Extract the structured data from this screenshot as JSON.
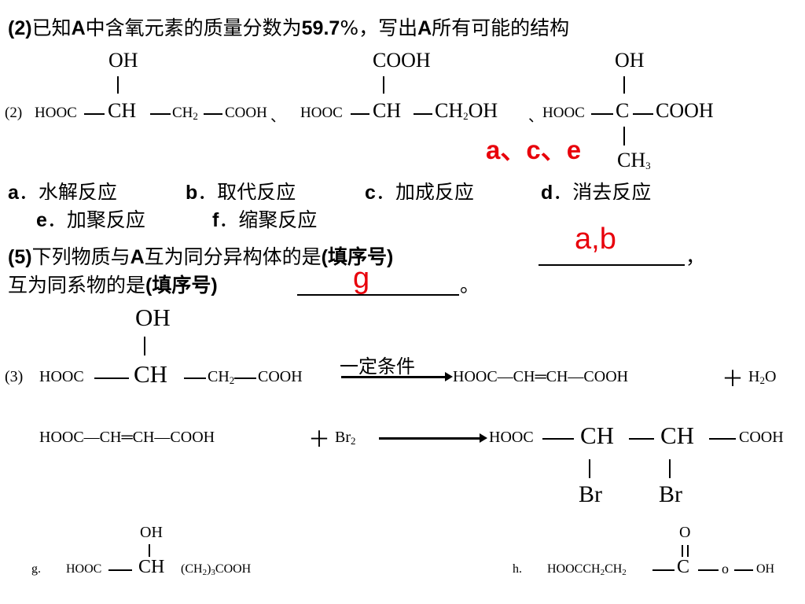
{
  "question2": {
    "prefix": "(2)",
    "text_a": "已知",
    "letter_a": "A",
    "text_b": "中含氧元素的质量分数为",
    "percent": "59.7",
    "text_c": "%，写出",
    "letter_a2": "A",
    "text_d": "所有可能的结构"
  },
  "structures2": {
    "label": "(2)",
    "s1": {
      "top": "OH",
      "left": "HOOC",
      "center": "CH",
      "right_1": "CH",
      "right_1_sub": "2",
      "right_2": "COOH",
      "sep": "、"
    },
    "s2": {
      "top": "COOH",
      "left": "HOOC",
      "center": "CH",
      "right": "CH",
      "right_sub": "2",
      "right_tail": "OH",
      "sep": "、"
    },
    "s3": {
      "top": "OH",
      "left": "HOOC",
      "center": "C",
      "right": "COOH",
      "bottom": "CH",
      "bottom_sub": "3"
    }
  },
  "answer_ace": "a、c、e",
  "options": {
    "a": {
      "letter": "a",
      "text": "水解反应"
    },
    "b": {
      "letter": "b",
      "text": "取代反应"
    },
    "c": {
      "letter": "c",
      "text": "加成反应"
    },
    "d": {
      "letter": "d",
      "text": "消去反应"
    },
    "e": {
      "letter": "e",
      "text": "加聚反应"
    },
    "f": {
      "letter": "f",
      "text": "缩聚反应"
    },
    "dot": "．"
  },
  "question5": {
    "prefix": "(5)",
    "line1_a": "下列物质与",
    "letter": "A",
    "line1_b": "互为同分异构体的是",
    "paren": "(填序号)",
    "comma": "，",
    "line2": "互为同系物的是",
    "paren2": "(填序号)",
    "period": "。",
    "answer_isomer": "a,b",
    "answer_homolog": "g"
  },
  "reaction3": {
    "label": "(3)",
    "top": "OH",
    "left": "HOOC",
    "center": "CH",
    "right_a": "CH",
    "right_a_sub": "2",
    "right_b": "COOH",
    "condition": "一定条件",
    "product": "HOOC—CH═CH—COOH",
    "plus": "＋",
    "water": "H",
    "water_sub": "2",
    "water_tail": "O"
  },
  "reaction4": {
    "reactant": "HOOC—CH═CH—COOH",
    "plus": "＋",
    "br": "Br",
    "br_sub": "2",
    "prod_left": "HOOC",
    "ch1": "CH",
    "ch2": "CH",
    "prod_right": "COOH",
    "br1": "Br",
    "br2": "Br"
  },
  "compound_g": {
    "label": "g.",
    "top": "OH",
    "left": "HOOC",
    "center": "CH",
    "tail": "(CH",
    "tail_sub": "2",
    "tail_end": ")",
    "tail_sub2": "3",
    "tail_final": "COOH"
  },
  "compound_h": {
    "label": "h.",
    "chain": "HOOCCH",
    "chain_sub1": "2",
    "chain_mid": "CH",
    "chain_sub2": "2",
    "top": "O",
    "center": "C",
    "o": "o",
    "tail": "OH"
  }
}
